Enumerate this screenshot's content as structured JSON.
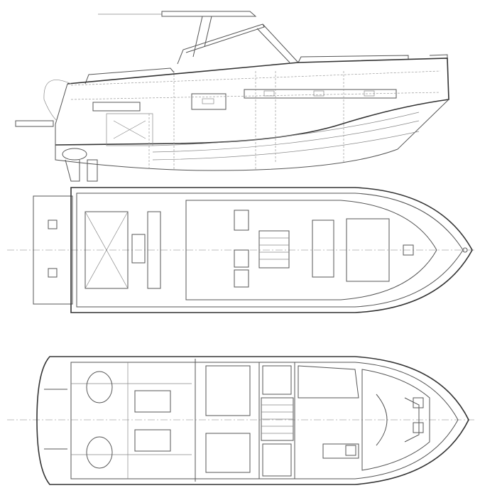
{
  "drawing": {
    "views": [
      "side-profile",
      "deck-plan",
      "interior-layout"
    ],
    "colors": {
      "line": "#555555",
      "background": "#ffffff"
    }
  }
}
